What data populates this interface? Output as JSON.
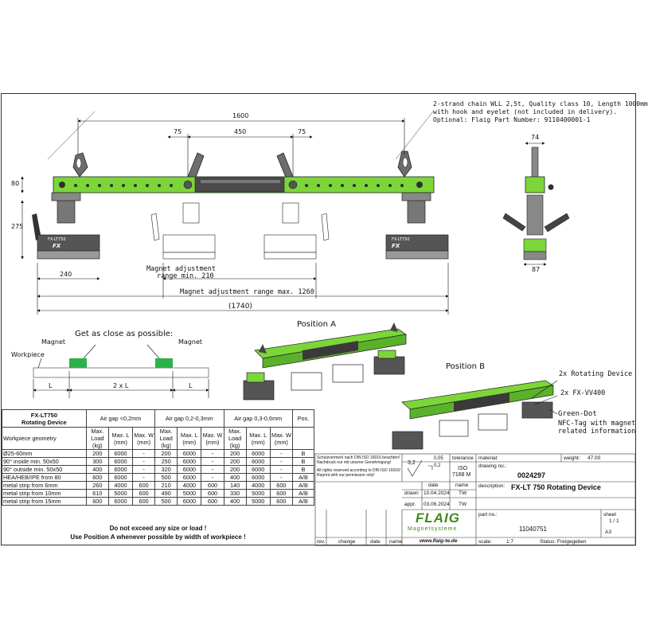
{
  "drawing": {
    "chain_note": [
      "2-strand chain WLL 2,5t, Quality class 10, Length 1000mm",
      "with hook and eyelet (not included in delivery).",
      "Optional: Flaig Part Number: 9110400001-1"
    ],
    "dims": {
      "overall": "1600",
      "left_offset": "75",
      "middle": "450",
      "right_offset": "75",
      "height_top": "80",
      "height_mag": "275",
      "mag_width": "240",
      "min_range": "Magnet adjustment",
      "min_range_2": "range min. 210",
      "max_range": "Magnet adjustment range max. 1260",
      "total": "(1740)",
      "side_top": "74",
      "side_bottom": "87"
    },
    "labels": {
      "left_magnet_tag": "FX-LT750",
      "left_magnet_logo": "FX",
      "right_magnet_tag": "FX-LT750",
      "right_magnet_logo": "FX"
    }
  },
  "schematic": {
    "heading": "Get as close as possible:",
    "magnet_left": "Magnet",
    "magnet_right": "Magnet",
    "workpiece": "Workpiece",
    "dim_left": "L",
    "dim_mid": "2 x L",
    "dim_right": "L"
  },
  "positions": {
    "a": "Position A",
    "b": "Position B",
    "callout_1": "2x Rotating Device",
    "callout_2": "2x FX-VV400",
    "callout_3": "Green-Dot",
    "callout_4": "NFC-Tag with magnet",
    "callout_5": "related information"
  },
  "table": {
    "device_1": "FX-LT750",
    "device_2": "Rotating Device",
    "gap_1": "Air gap <0,2mm",
    "gap_2": "Air gap 0,2-0,3mm",
    "gap_3": "Air gap 0,3-0,6mm",
    "pos": "Pos.",
    "geometry": "Workpiece geometry",
    "col_load": "Max. Load (kg)",
    "col_l": "Max. L (mm)",
    "col_w": "Max. W (mm)",
    "rows": [
      [
        "Ø25-60mm",
        "200",
        "6000",
        "-",
        "200",
        "6000",
        "-",
        "200",
        "6000",
        "-",
        "B"
      ],
      [
        "90° inside min. 50x50",
        "300",
        "6000",
        "-",
        "250",
        "6000",
        "-",
        "200",
        "6000",
        "-",
        "B"
      ],
      [
        "90° outside min. 50x50",
        "400",
        "6000",
        "-",
        "320",
        "6000",
        "-",
        "200",
        "6000",
        "-",
        "B"
      ],
      [
        "HEA/HEB/IPE from 80",
        "600",
        "6000",
        "-",
        "500",
        "6000",
        "-",
        "400",
        "6000",
        "-",
        "A/B"
      ],
      [
        "metal strip from 6mm",
        "260",
        "4000",
        "600",
        "210",
        "4000",
        "600",
        "140",
        "4000",
        "600",
        "A/B"
      ],
      [
        "metal strip from 10mm",
        "610",
        "5000",
        "600",
        "490",
        "5000",
        "600",
        "330",
        "5000",
        "600",
        "A/B"
      ],
      [
        "metal strip from 15mm",
        "600",
        "6000",
        "600",
        "500",
        "6000",
        "600",
        "400",
        "5000",
        "600",
        "A/B"
      ]
    ],
    "warning_1": "Do not exceed any size or load !",
    "warning_2": "Use Position A whenever possible by width of workpiece !"
  },
  "title_block": {
    "protection_1": "Schutzvermerk nach DIN ISO 16016 beachten!",
    "protection_2": "Nachdruck nur mit unserer Genehmigung!",
    "protection_3": "All rights reserved according to DIN ISO 16016!",
    "protection_4": "Reprint with our permission only!",
    "roughness": "3,2",
    "flatness_1": "0,05",
    "flatness_2": "0,2",
    "tolerance": "tolerance",
    "iso": "ISO",
    "iso_std": "7168 M",
    "material": "material:",
    "weight": "weight:",
    "weight_val": "47.00",
    "drawing_no": "drawing no.:",
    "drawing_no_val": "0024297",
    "date": "date",
    "name": "name",
    "drawn": "drawn",
    "drawn_date": "10.04.2024",
    "drawn_name": "TW",
    "appr": "appr.",
    "appr_date": "03.06.2024",
    "appr_name": "TW",
    "description": "description:",
    "description_val": "FX-LT 750 Rotating Device",
    "logo": "FLAIG",
    "logo_sub": "Magnetsysteme",
    "website": "www.flaig-te.de",
    "part_no": "part no.:",
    "part_no_val": "11040751",
    "sheet": "sheet",
    "sheet_val": "1 / 1",
    "format": "A3",
    "rev": "rev.",
    "change": "change",
    "rev_date": "date",
    "rev_name": "name",
    "scale": "scale:",
    "scale_val": "1:7",
    "status": "Status: Freigegeben"
  },
  "colors": {
    "green": "#7cd63a",
    "dark_green": "#3d8a1f",
    "steel": "#6d6d6d"
  }
}
